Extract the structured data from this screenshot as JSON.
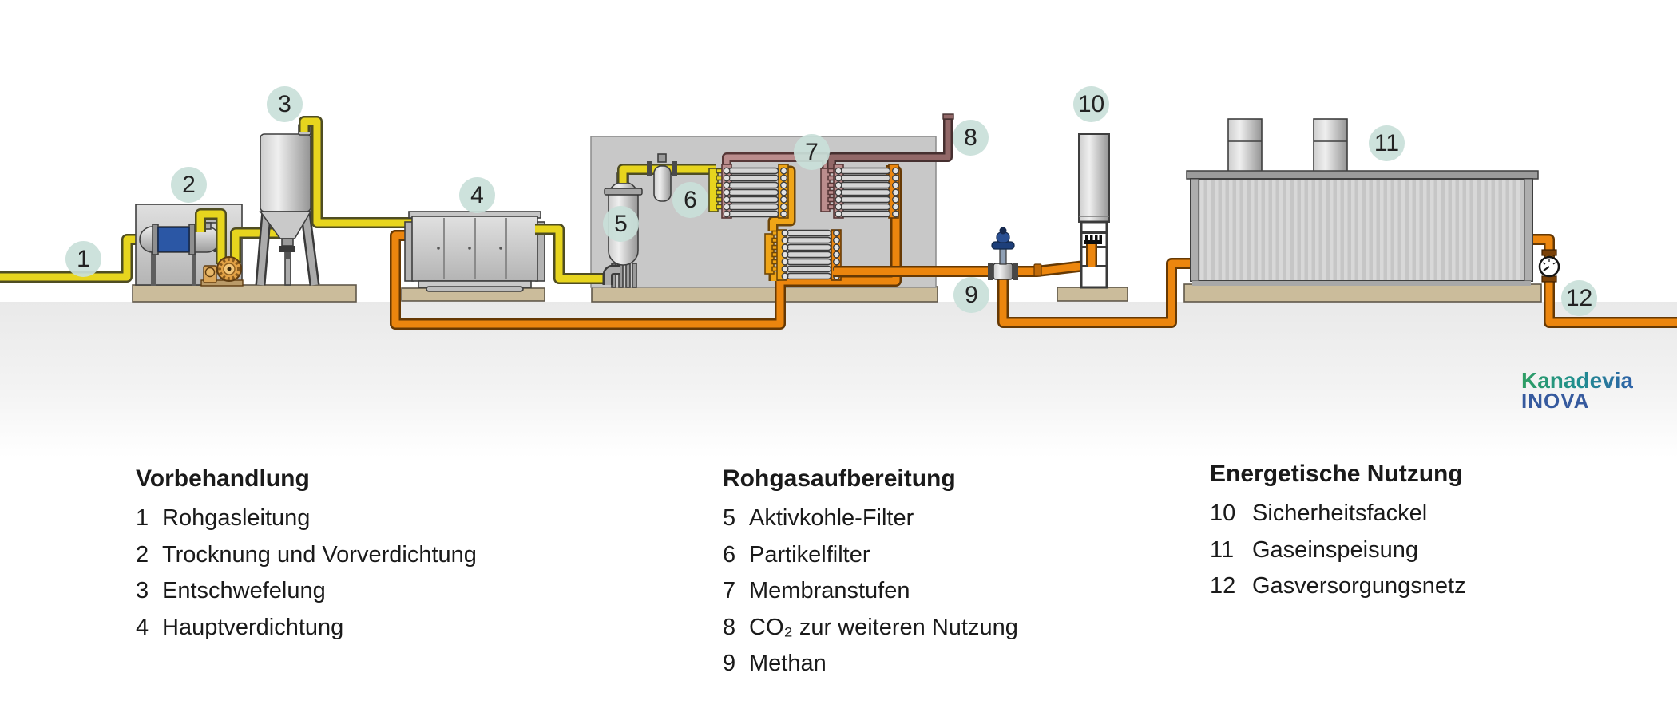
{
  "badges": [
    "1",
    "2",
    "3",
    "4",
    "5",
    "6",
    "7",
    "8",
    "9",
    "10",
    "11",
    "12"
  ],
  "legend": {
    "columns": [
      {
        "title": "Vorbehandlung",
        "items": [
          {
            "num": "1",
            "label": "Rohgasleitung"
          },
          {
            "num": "2",
            "label": "Trocknung und Vorverdichtung"
          },
          {
            "num": "3",
            "label": "Entschwefelung"
          },
          {
            "num": "4",
            "label": "Hauptverdichtung"
          }
        ]
      },
      {
        "title": "Rohgasaufbereitung",
        "items": [
          {
            "num": "5",
            "label": "Aktivkohle-Filter"
          },
          {
            "num": "6",
            "label": "Partikelfilter"
          },
          {
            "num": "7",
            "label": "Membranstufen"
          },
          {
            "num": "8",
            "label": "CO₂ zur weiteren Nutzung"
          },
          {
            "num": "9",
            "label": "Methan"
          }
        ]
      },
      {
        "title": "Energetische Nutzung",
        "items": [
          {
            "num": "10",
            "label": "Sicherheitsfackel"
          },
          {
            "num": "11",
            "label": "Gaseinspeisung"
          },
          {
            "num": "12",
            "label": "Gasversorgungsnetz"
          }
        ]
      }
    ]
  },
  "logo": {
    "line1": "Kanadevia",
    "line2": "INOVA"
  },
  "colors": {
    "raw_gas_yellow": "#e7d51e",
    "interstage_amber": "#f0a517",
    "methane_orange": "#ec860e",
    "co2_mauve": "#926868",
    "badge_mint": "#c9dfd9",
    "platform_tan": "#cbbc9b",
    "logo_green": "#2f9e63",
    "logo_blue": "#365a9e"
  }
}
